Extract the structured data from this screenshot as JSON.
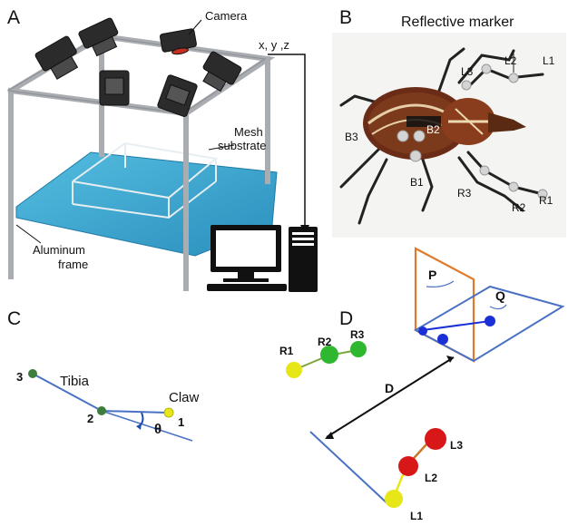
{
  "panels": {
    "a": {
      "letter": "A",
      "camera": "Camera",
      "coords": "x, y ,z",
      "mesh": [
        "Mesh",
        "substrate"
      ],
      "frame": [
        "Aluminum",
        "frame"
      ]
    },
    "b": {
      "letter": "B",
      "marker": "Reflective marker",
      "legs": [
        "L1",
        "L2",
        "L3",
        "R1",
        "R2",
        "R3"
      ],
      "body_markers": [
        "B1",
        "B2",
        "B3"
      ]
    },
    "c": {
      "letter": "C",
      "tibia": "Tibia",
      "claw": "Claw",
      "joints": [
        "1",
        "2",
        "3"
      ],
      "angle": "θ"
    },
    "d": {
      "letter": "D",
      "plane_p": "P",
      "plane_q": "Q",
      "distance": "D",
      "right_joints": [
        "R1",
        "R2",
        "R3"
      ],
      "left_joints": [
        "L1",
        "L2",
        "L3"
      ]
    }
  },
  "colors": {
    "frame": "#b5b7ba",
    "substrate": "#3aa6cf",
    "tibia_line": "#4a72c4",
    "plane_p": "#e07a2a",
    "plane_q": "#4a72c4",
    "joint_yellow": "#e6e619",
    "joint_green": "#2fb82f",
    "joint_red": "#d81818",
    "joint_blue": "#1b2fd6"
  }
}
